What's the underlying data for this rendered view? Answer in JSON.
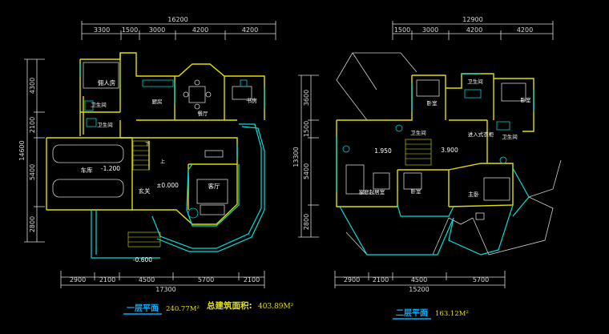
{
  "colors": {
    "background": "#000000",
    "dimension": "#d8d8d8",
    "wall_main": "#e0e000",
    "wall_alt": "#00e0e0",
    "room_label": "#ffffff",
    "furniture": "#00d0d0",
    "caption": "#00b0ff"
  },
  "plan1": {
    "top_total": "16200",
    "top_segments": [
      "3300",
      "1500",
      "3000",
      "4200",
      "4200"
    ],
    "left_total": "14600",
    "left_segments": [
      "4300",
      "2100",
      "5400",
      "2800"
    ],
    "bottom_total": "17300",
    "bottom_segments": [
      "2900",
      "2100",
      "4500",
      "5700",
      "2100"
    ],
    "rooms": {
      "servant": "佣人房",
      "wc_a": "卫生间",
      "wc_b": "卫生间",
      "kitchen": "厨房",
      "dining": "餐厅",
      "study": "书房",
      "garage": "车库",
      "foyer": "玄关",
      "living": "客厅"
    },
    "stair_down": "下",
    "stair_up": "上",
    "level_garage": "-1.200",
    "level_floor": "±0.000",
    "level_outside": "-0.600",
    "caption": "一层平面",
    "area": "240.77M²"
  },
  "plan2": {
    "top_total": "12900",
    "top_segments": [
      "1500",
      "3000",
      "4200",
      "4200"
    ],
    "left_total": "13300",
    "left_segments": [
      "3600",
      "1500",
      "5400",
      "2800"
    ],
    "bottom_total": "15200",
    "bottom_segments": [
      "2900",
      "2100",
      "4500",
      "5700"
    ],
    "rooms": {
      "wc_top": "卫生间",
      "bedroom_a": "卧室",
      "bedroom_b": "卧室",
      "wc_mid": "卫生间",
      "closet": "进入式衣柜",
      "wc_right": "卫生间",
      "family": "家庭起居室",
      "bedroom_c": "卧室",
      "master": "主卧"
    },
    "level_a": "1.950",
    "level_b": "3.900",
    "caption": "二层平面",
    "area": "163.12M²"
  },
  "total_area_label": "总建筑面积:",
  "total_area_value": "403.89M²"
}
